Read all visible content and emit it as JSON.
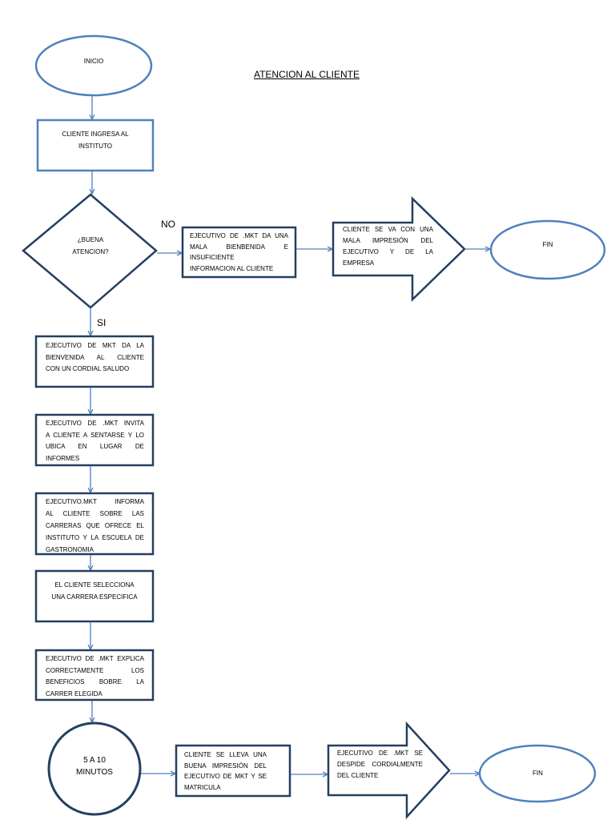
{
  "title": "ATENCION AL CLIENTE",
  "branch_labels": {
    "no": "NO",
    "si": "SI"
  },
  "nodes": {
    "inicio": {
      "text": "INICIO"
    },
    "ingresa": {
      "lines": [
        "CLIENTE INGRESA AL",
        "INSTITUTO"
      ]
    },
    "decision": {
      "lines": [
        "¿BUENA",
        "ATENCION?"
      ]
    },
    "mala_bienvenida": {
      "lines": [
        "EJECUTIVO DE .MKT DA UNA",
        "MALA BIENBENIDA E",
        "INSUFICIENTE",
        "INFORMACION AL CLIENTE"
      ]
    },
    "cliente_se_va": {
      "lines": [
        "CLIENTE SE VA CON UNA",
        "MALA IMPRESIÓN DEL",
        "EJECUTIVO Y DE LA",
        "EMPRESA"
      ]
    },
    "fin_1": {
      "text": "FIN"
    },
    "bienvenida": {
      "lines": [
        "EJECUTIVO DE MKT DA LA",
        "BIENVENIDA AL CLIENTE",
        "CON UN CORDIAL SALUDO"
      ]
    },
    "invita": {
      "lines": [
        "EJECUTIVO DE .MKT INVITA",
        "A CLIENTE A SENTARSE Y LO",
        "UBICA EN LUGAR DE",
        "INFORMES"
      ]
    },
    "informa": {
      "lines": [
        "EJECUTIVO.MKT INFORMA",
        "AL CLIENTE SOBRE LAS",
        "CARRERAS QUE OFRECE EL",
        "INSTITUTO Y LA ESCUELA DE",
        "GASTRONOMIA"
      ]
    },
    "selecciona": {
      "lines": [
        "EL CLIENTE SELECCIONA",
        "UNA CARRERA ESPECIFICA"
      ]
    },
    "explica": {
      "lines": [
        "EJECUTIVO DE .MKT EXPLICA",
        "CORRECTAMENTE LOS",
        "BENEFICIOS BOBRE LA",
        "CARRER ELEGIDA"
      ]
    },
    "tiempo": {
      "lines": [
        "5 A 10",
        "MINUTOS"
      ]
    },
    "matricula": {
      "lines": [
        "CLIENTE SE LLEVA UNA",
        "BUENA IMPRESIÓN DEL",
        "EJECUTIVO DE MKT Y SE",
        "MATRICULA"
      ]
    },
    "despide": {
      "lines": [
        "EJECUTIVO DE .MKT SE",
        "DESPIDE CORDIALMENTE",
        "DEL CLIENTE"
      ]
    },
    "fin_2": {
      "text": "FIN"
    }
  },
  "colors": {
    "terminal_outline": "#4F81BD",
    "shape_outline": "#243F60",
    "connector": "#4F81BD",
    "text": "#000000"
  }
}
